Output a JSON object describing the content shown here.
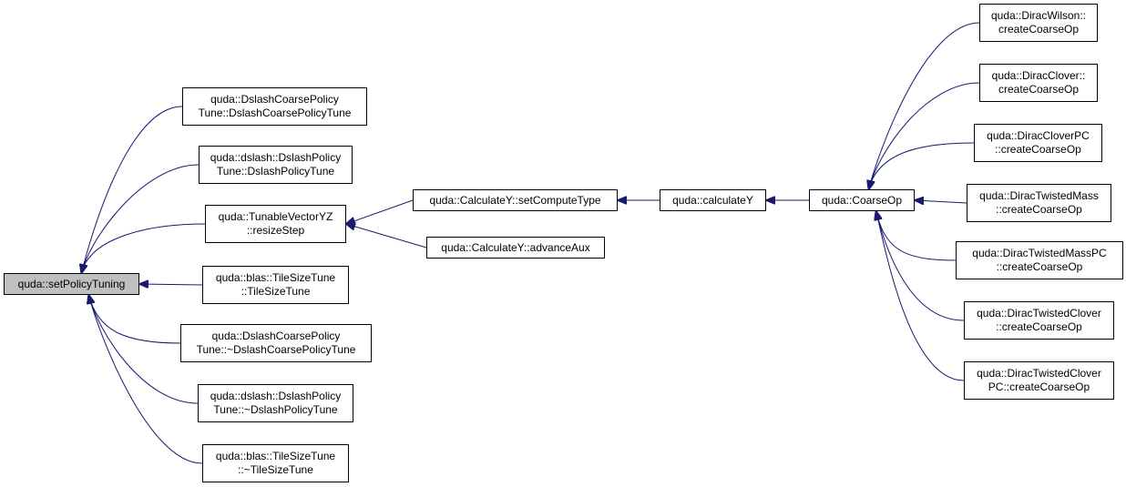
{
  "diagram": {
    "edge_color": "#191970",
    "root_fill": "#bfbfbf",
    "nodes": [
      {
        "id": "root",
        "lines": [
          "quda::setPolicyTuning"
        ],
        "root": true
      },
      {
        "id": "dcpt",
        "lines": [
          "quda::DslashCoarsePolicy",
          "Tune::DslashCoarsePolicyTune"
        ]
      },
      {
        "id": "dpt",
        "lines": [
          "quda::dslash::DslashPolicy",
          "Tune::DslashPolicyTune"
        ]
      },
      {
        "id": "tvyz",
        "lines": [
          "quda::TunableVectorYZ",
          "::resizeStep"
        ]
      },
      {
        "id": "tst",
        "lines": [
          "quda::blas::TileSizeTune",
          "::TileSizeTune"
        ]
      },
      {
        "id": "dcpt_d",
        "lines": [
          "quda::DslashCoarsePolicy",
          "Tune::~DslashCoarsePolicyTune"
        ]
      },
      {
        "id": "dpt_d",
        "lines": [
          "quda::dslash::DslashPolicy",
          "Tune::~DslashPolicyTune"
        ]
      },
      {
        "id": "tst_d",
        "lines": [
          "quda::blas::TileSizeTune",
          "::~TileSizeTune"
        ]
      },
      {
        "id": "sct",
        "lines": [
          "quda::CalculateY::setComputeType"
        ]
      },
      {
        "id": "aux",
        "lines": [
          "quda::CalculateY::advanceAux"
        ]
      },
      {
        "id": "cy",
        "lines": [
          "quda::calculateY"
        ]
      },
      {
        "id": "cop",
        "lines": [
          "quda::CoarseOp"
        ]
      },
      {
        "id": "dw",
        "lines": [
          "quda::DiracWilson::",
          "createCoarseOp"
        ]
      },
      {
        "id": "dc",
        "lines": [
          "quda::DiracClover::",
          "createCoarseOp"
        ]
      },
      {
        "id": "dcpc",
        "lines": [
          "quda::DiracCloverPC",
          "::createCoarseOp"
        ]
      },
      {
        "id": "dtm",
        "lines": [
          "quda::DiracTwistedMass",
          "::createCoarseOp"
        ]
      },
      {
        "id": "dtmpc",
        "lines": [
          "quda::DiracTwistedMassPC",
          "::createCoarseOp"
        ]
      },
      {
        "id": "dtc",
        "lines": [
          "quda::DiracTwistedClover",
          "::createCoarseOp"
        ]
      },
      {
        "id": "dtcpc",
        "lines": [
          "quda::DiracTwistedClover",
          "PC::createCoarseOp"
        ]
      }
    ],
    "edges": [
      {
        "from": "dcpt",
        "to": "root"
      },
      {
        "from": "dpt",
        "to": "root"
      },
      {
        "from": "tvyz",
        "to": "root"
      },
      {
        "from": "tst",
        "to": "root"
      },
      {
        "from": "dcpt_d",
        "to": "root"
      },
      {
        "from": "dpt_d",
        "to": "root"
      },
      {
        "from": "tst_d",
        "to": "root"
      },
      {
        "from": "sct",
        "to": "tvyz"
      },
      {
        "from": "aux",
        "to": "tvyz"
      },
      {
        "from": "cy",
        "to": "sct"
      },
      {
        "from": "cop",
        "to": "cy"
      },
      {
        "from": "dw",
        "to": "cop"
      },
      {
        "from": "dc",
        "to": "cop"
      },
      {
        "from": "dcpc",
        "to": "cop"
      },
      {
        "from": "dtm",
        "to": "cop"
      },
      {
        "from": "dtmpc",
        "to": "cop"
      },
      {
        "from": "dtc",
        "to": "cop"
      },
      {
        "from": "dtcpc",
        "to": "cop"
      }
    ]
  }
}
